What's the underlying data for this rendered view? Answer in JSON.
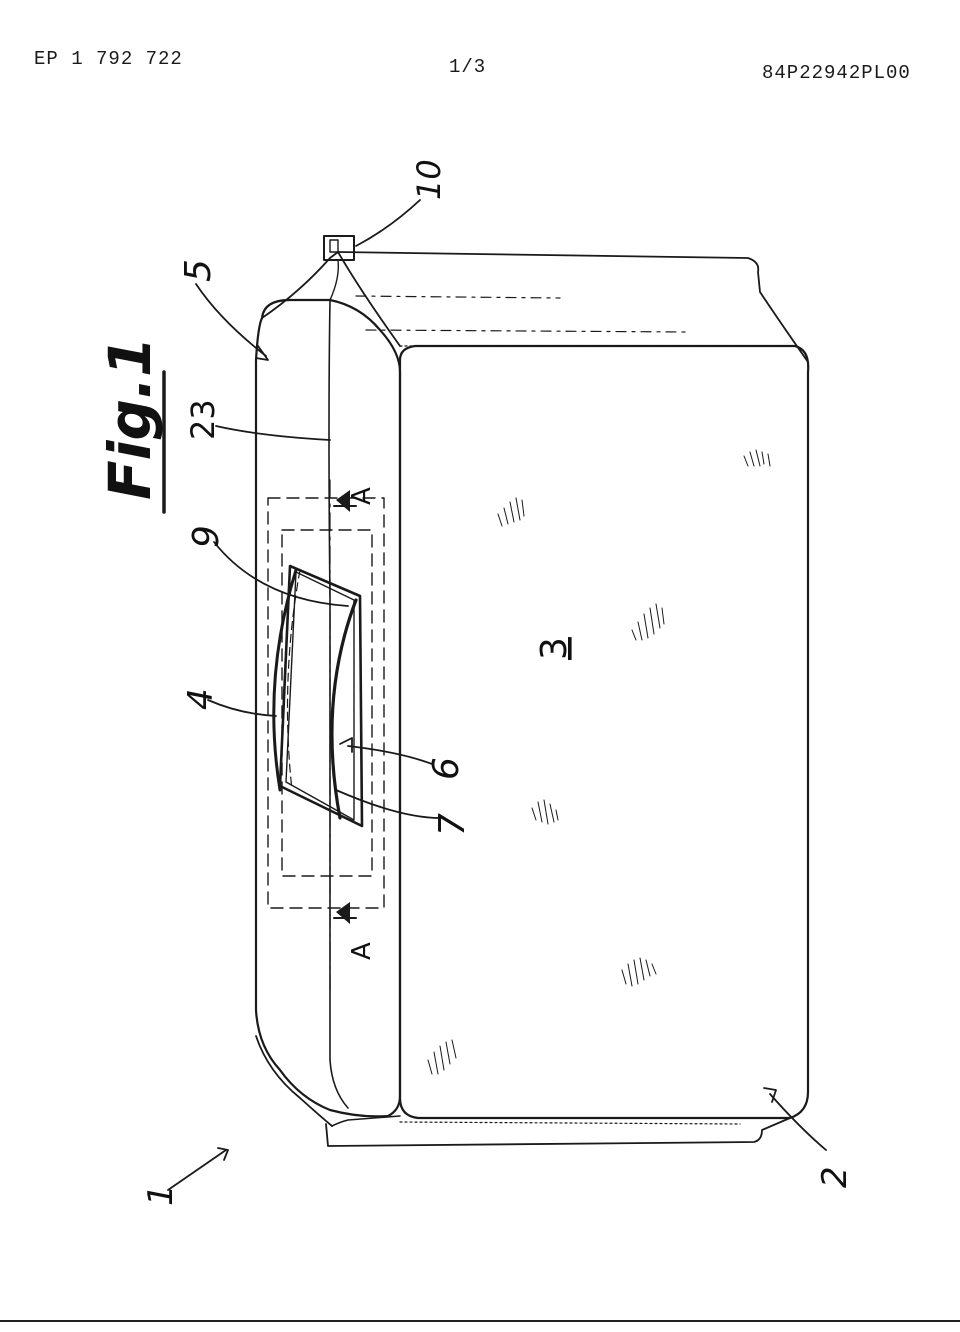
{
  "header": {
    "publication_number": "EP 1 792 722",
    "sheet": "1/3",
    "docket": "84P22942PL00"
  },
  "figure": {
    "title": "Fig.1",
    "section_marks": [
      "A",
      "A"
    ],
    "reference_numerals": {
      "package": "1",
      "corner": "2",
      "front_face": "3",
      "handle": "4",
      "top_face": "5",
      "grip": "6",
      "edge_strip": "7",
      "opening": "9",
      "closure": "10",
      "seam": "23"
    }
  }
}
